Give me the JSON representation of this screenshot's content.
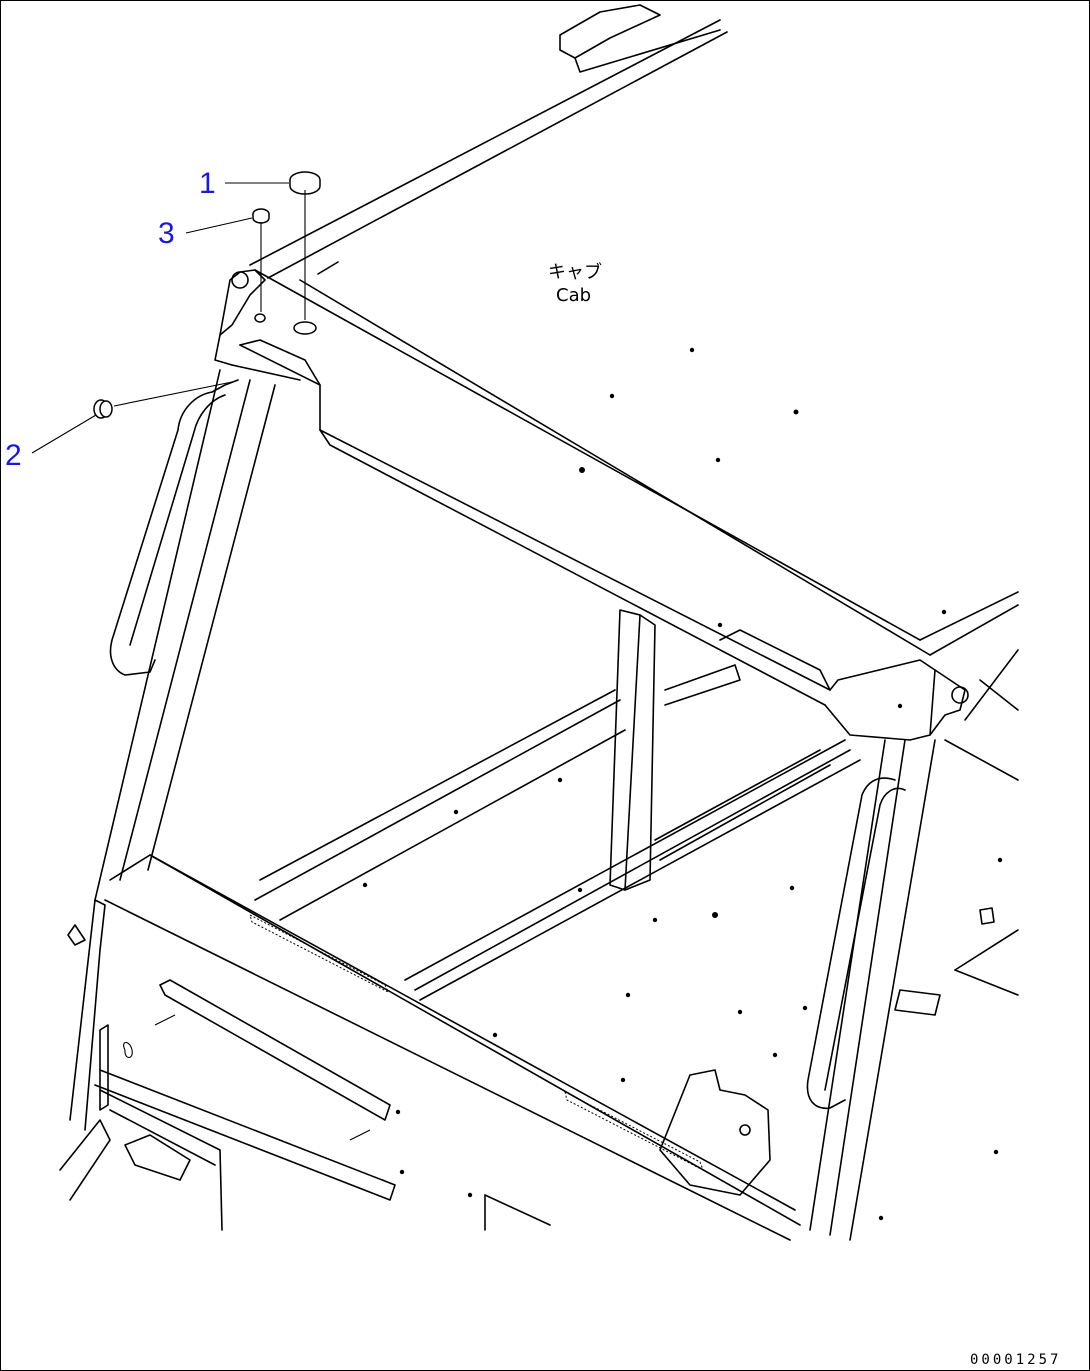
{
  "diagram": {
    "callouts": [
      {
        "id": "1",
        "label": "1"
      },
      {
        "id": "2",
        "label": "2"
      },
      {
        "id": "3",
        "label": "3"
      }
    ],
    "part_label_jp": "キャブ",
    "part_label_en": "Cab",
    "drawing_id": "00001257",
    "colors": {
      "callout": "#1a1ad0",
      "line": "#000000",
      "background": "#ffffff"
    }
  }
}
